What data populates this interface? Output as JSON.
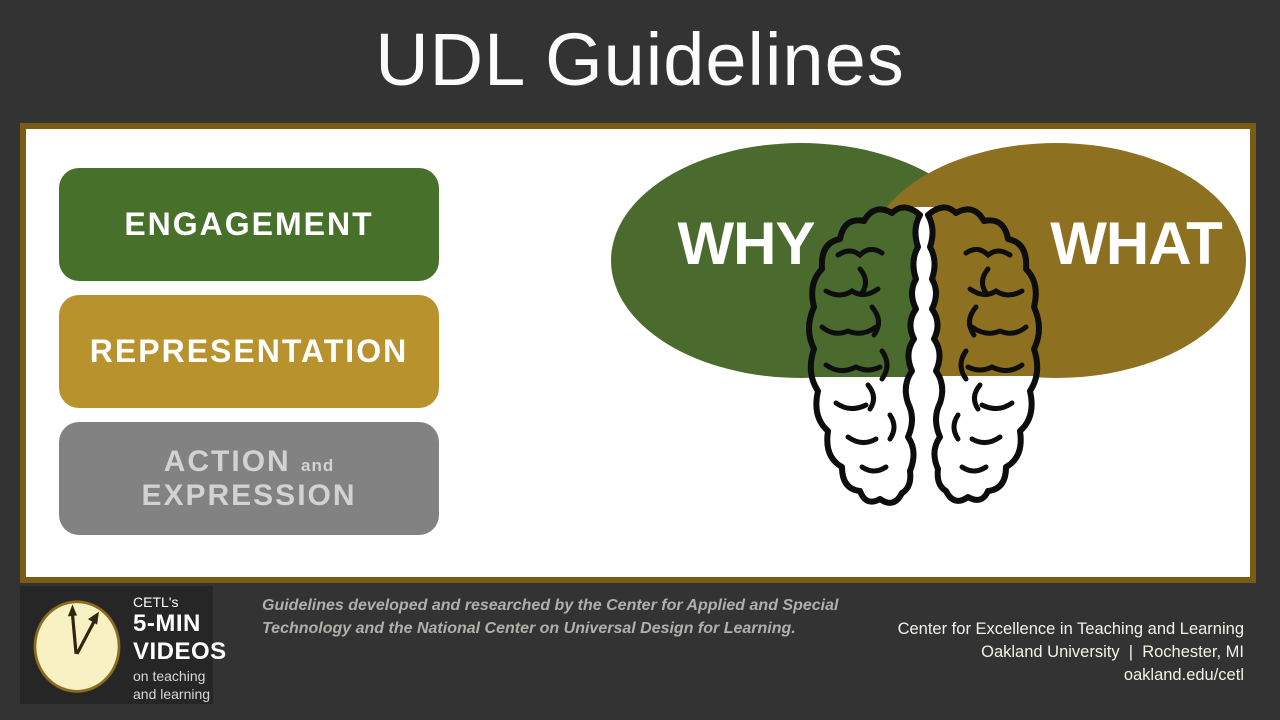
{
  "title": "UDL Guidelines",
  "panel": {
    "buttons": [
      {
        "label": "ENGAGEMENT"
      },
      {
        "label": "REPRESENTATION"
      },
      {
        "line1": "ACTION",
        "conj": "and",
        "line2": "EXPRESSION"
      }
    ],
    "venn": {
      "why": "WHY",
      "what": "WHAT"
    }
  },
  "footer": {
    "logo": {
      "brand": "CETL's",
      "big1": "5-MIN",
      "big2": "VIDEOS",
      "small1": "on teaching",
      "small2": "and learning"
    },
    "credit_lines": [
      "Guidelines developed and researched by the Center for Applied and Special",
      "Technology and the National Center on Universal Design for Learning."
    ],
    "org_lines": [
      "Center for Excellence in Teaching and Learning",
      "Oakland University  |  Rochester, MI",
      "oakland.edu/cetl"
    ]
  },
  "colors": {
    "background": "#333333",
    "panel_border_gold": "#7a5c15",
    "engagement_green": "#47702a",
    "representation_gold": "#b8922c",
    "action_gray": "#828282",
    "ellipse_green": "#4a6b2d",
    "ellipse_gold": "#8e7120",
    "clock_face_cream": "#f7f1c3",
    "brain_outline": "#0d0d0d"
  }
}
